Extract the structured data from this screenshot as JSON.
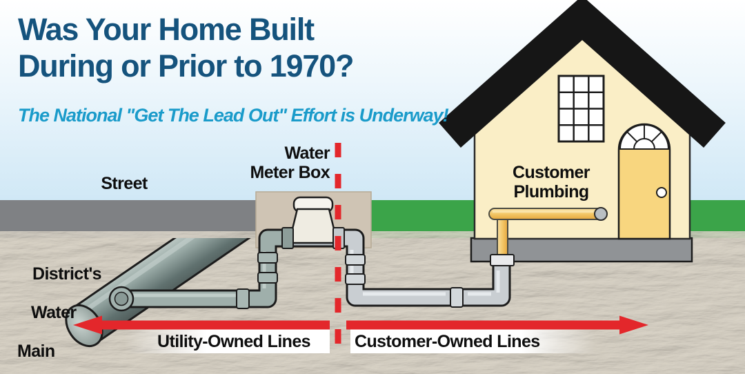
{
  "title": {
    "line1": "Was Your Home Built",
    "line2": "During or Prior to 1970?"
  },
  "subtitle": "The National \"Get The Lead Out\" Effort is Underway!",
  "scene_labels": {
    "street": "Street",
    "water_meter_box": "Water\nMeter Box",
    "district_water_main": [
      "District's",
      "Water",
      "Main"
    ],
    "customer_plumbing": "Customer\nPlumbing"
  },
  "ownership": {
    "utility": "Utility-Owned Lines",
    "customer": "Customer-Owned Lines"
  },
  "colors": {
    "title_blue": "#15537d",
    "subtitle_blue": "#1a9bca",
    "arrow_red": "#e3272b",
    "grass_green": "#3ba449",
    "street_gray": "#7f8184",
    "ground_tan_gray": "#b3ada2",
    "house_cream": "#faeec6",
    "roof_black": "#161616",
    "door_gold": "#f8d67f",
    "foundation_gray": "#909396",
    "meter_box_tan": "#cfc4b4",
    "copper_pipe_gold": "#eead45",
    "utility_pipe_gray_green": "#9fafab",
    "customer_pipe_silver": "#c9ced2"
  }
}
